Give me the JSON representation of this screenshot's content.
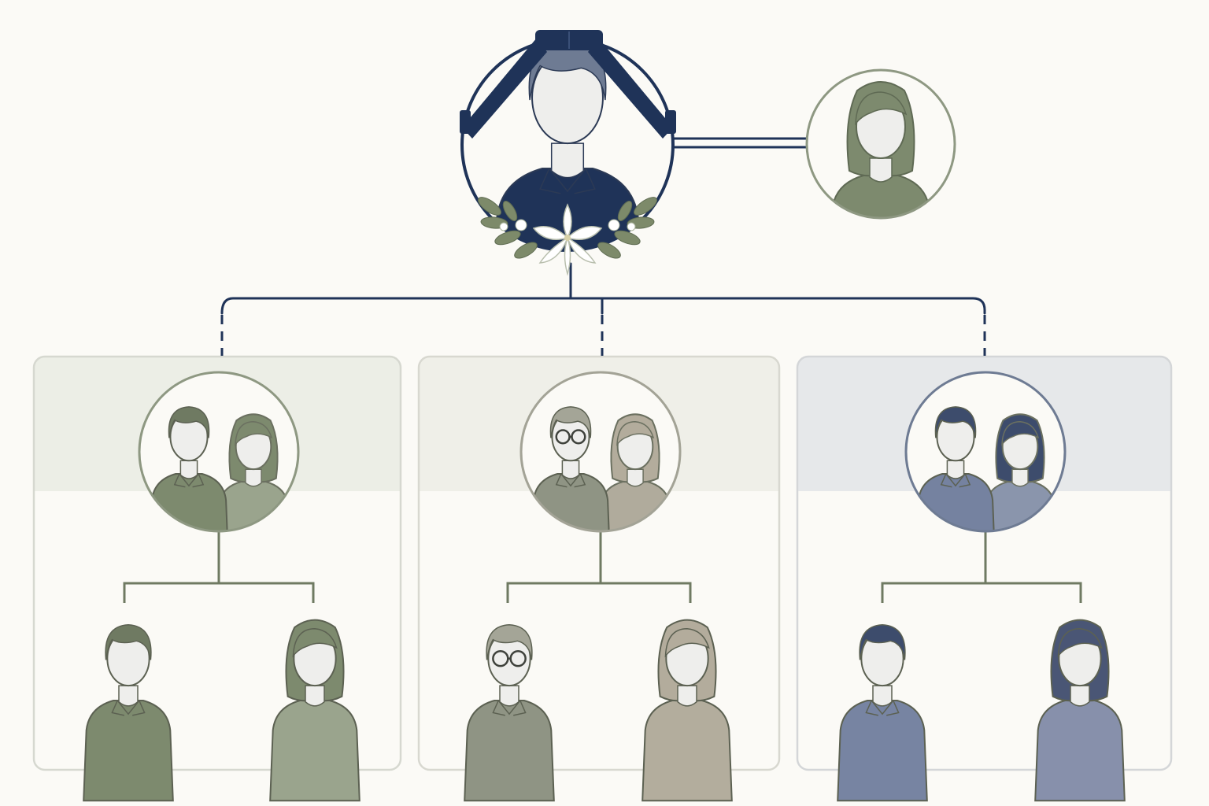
{
  "colors": {
    "background": "#fbfaf6",
    "connector_primary": "#1f3358",
    "connector_secondary": "#6f7a62",
    "mourning_ribbon": "#1f3358",
    "face": "#eeeeec",
    "wreath_leaf": "#7d8a6a",
    "lily": "#ffffff"
  },
  "nodes": {
    "deceased_father": {
      "icon": "male-avatar-icon",
      "shirt": "#1f3358",
      "hair": "#6e7b93",
      "marker": "mourning-ribbon"
    },
    "spouse": {
      "icon": "female-avatar-icon",
      "shirt": "#7d8a6e",
      "hair": "#7d8a6e"
    }
  },
  "branches": [
    {
      "name": "olive",
      "card_band": "#eceee6",
      "card_border": "#d6d8d0",
      "ring": "#8e9882",
      "couple": {
        "male_shirt": "#7d8a6e",
        "female_shirt": "#9aa48d",
        "male_hair": "#6f7a62",
        "female_hair": "#7d8a6e",
        "glasses": false
      },
      "children": [
        {
          "icon": "male-avatar-icon",
          "shirt": "#7d8a6e",
          "hair": "#6f7a62",
          "glasses": false
        },
        {
          "icon": "female-avatar-icon",
          "shirt": "#9aa48d",
          "hair": "#7d8a6e",
          "glasses": false
        }
      ]
    },
    {
      "name": "taupe",
      "card_band": "#efefe8",
      "card_border": "#d8d8d0",
      "ring": "#a3a396",
      "couple": {
        "male_shirt": "#8f9484",
        "female_shirt": "#b0ab9c",
        "male_hair": "#a4a597",
        "female_hair": "#b3ac9c",
        "glasses": true
      },
      "children": [
        {
          "icon": "elderly-male-avatar-icon",
          "shirt": "#8f9484",
          "hair": "#a4a597",
          "glasses": true
        },
        {
          "icon": "female-avatar-icon",
          "shirt": "#b3ad9d",
          "hair": "#b3ac9c",
          "glasses": false
        }
      ]
    },
    {
      "name": "slate",
      "card_band": "#e6e8ea",
      "card_border": "#d4d6d8",
      "ring": "#6e7b93",
      "couple": {
        "male_shirt": "#7582a0",
        "female_shirt": "#8a95ac",
        "male_hair": "#3d4c6c",
        "female_hair": "#3d4c6c",
        "glasses": false
      },
      "children": [
        {
          "icon": "male-avatar-icon",
          "shirt": "#7784a2",
          "hair": "#3d4c6c",
          "glasses": false
        },
        {
          "icon": "female-avatar-icon",
          "shirt": "#8790ab",
          "hair": "#4a5675",
          "glasses": false
        }
      ]
    }
  ]
}
